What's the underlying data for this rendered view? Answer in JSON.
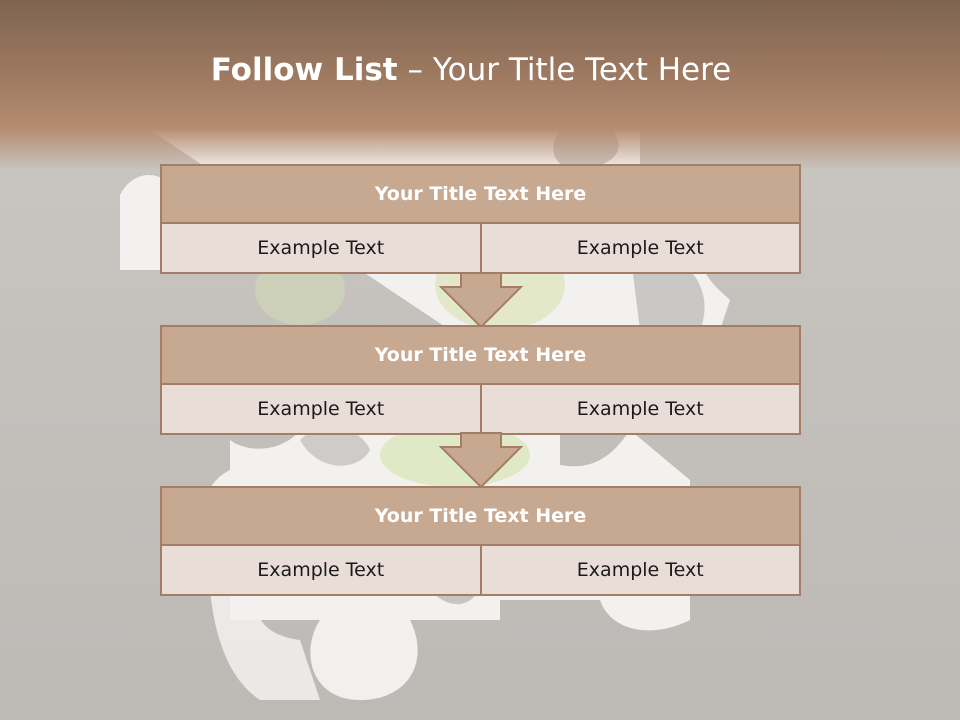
{
  "slide": {
    "title_bold": "Follow List",
    "title_rest": " – Your Title Text Here"
  },
  "steps": [
    {
      "title": "Your Title Text Here",
      "left": "Example Text",
      "right": "Example Text"
    },
    {
      "title": "Your Title Text Here",
      "left": "Example Text",
      "right": "Example Text"
    },
    {
      "title": "Your Title Text Here",
      "left": "Example Text",
      "right": "Example Text"
    }
  ],
  "colors": {
    "header_band": "#9a775f",
    "block_title_fill": "#c7a891",
    "block_body_fill": "#e9ddd8",
    "block_border": "#a57d66",
    "arrow_fill": "#c7a891"
  },
  "icons": {
    "background": "puzzle-pieces-illustration",
    "connector": "down-arrow-icon"
  }
}
